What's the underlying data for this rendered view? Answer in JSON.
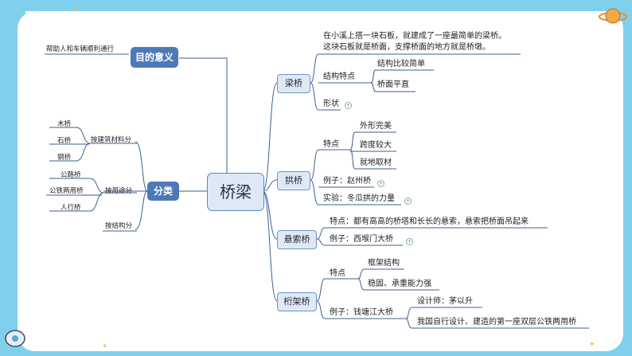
{
  "center": "桥梁",
  "left": {
    "purpose": {
      "label": "目的意义",
      "detail": "帮助人和车辆顺利通行"
    },
    "classify": {
      "label": "分类",
      "by_material": {
        "label": "按建筑材料分",
        "items": [
          "木桥",
          "石桥",
          "钢桥"
        ]
      },
      "by_use": {
        "label": "按用途分",
        "items": [
          "公路桥",
          "公铁两用桥",
          "人行桥"
        ]
      },
      "by_structure": {
        "label": "按结构分"
      }
    }
  },
  "right": {
    "beam": {
      "label": "梁桥",
      "desc_line1": "在小溪上搭一块石板，就建成了一座最简单的梁桥。",
      "desc_line2": "这块石板就是桥面，支撑桥面的地方就是桥墩。",
      "structure_label": "结构特点",
      "structure_items": [
        "结构比较简单",
        "桥面平直"
      ],
      "shape_label": "形状"
    },
    "arch": {
      "label": "拱桥",
      "feature_label": "特点",
      "feature_items": [
        "外形完美",
        "跨度较大",
        "就地取材"
      ],
      "example": "例子：赵州桥",
      "experiment": "实验：冬瓜拱的力量"
    },
    "suspension": {
      "label": "悬索桥",
      "feature": "特点：都有高高的桥塔和长长的悬索，悬索把桥面吊起来",
      "example": "例子：西堠门大桥"
    },
    "truss": {
      "label": "桁架桥",
      "feature_label": "特点",
      "feature_items": [
        "框架结构",
        "稳固、承重能力强"
      ],
      "example": "例子：钱塘江大桥",
      "example_items": [
        "设计师：茅以升",
        "我国自行设计、建造的第一座双层公铁两用桥"
      ]
    }
  },
  "colors": {
    "background": "#7fd0ec",
    "node": "#4d79b7",
    "subnode": "#dfe9f6",
    "line": "#3d5f8f"
  }
}
